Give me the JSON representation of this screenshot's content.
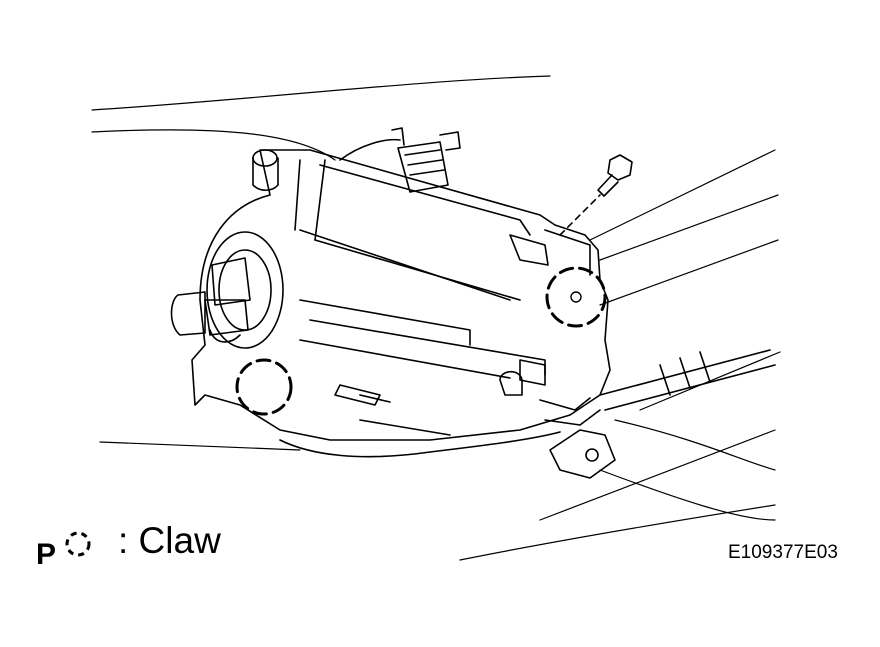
{
  "diagram": {
    "legend": {
      "marker_letter": "P",
      "symbol_icon": "dashed-circle-icon",
      "label": ": Claw"
    },
    "figure_code": "E109377E03",
    "colors": {
      "line": "#000000",
      "background": "#ffffff"
    }
  }
}
